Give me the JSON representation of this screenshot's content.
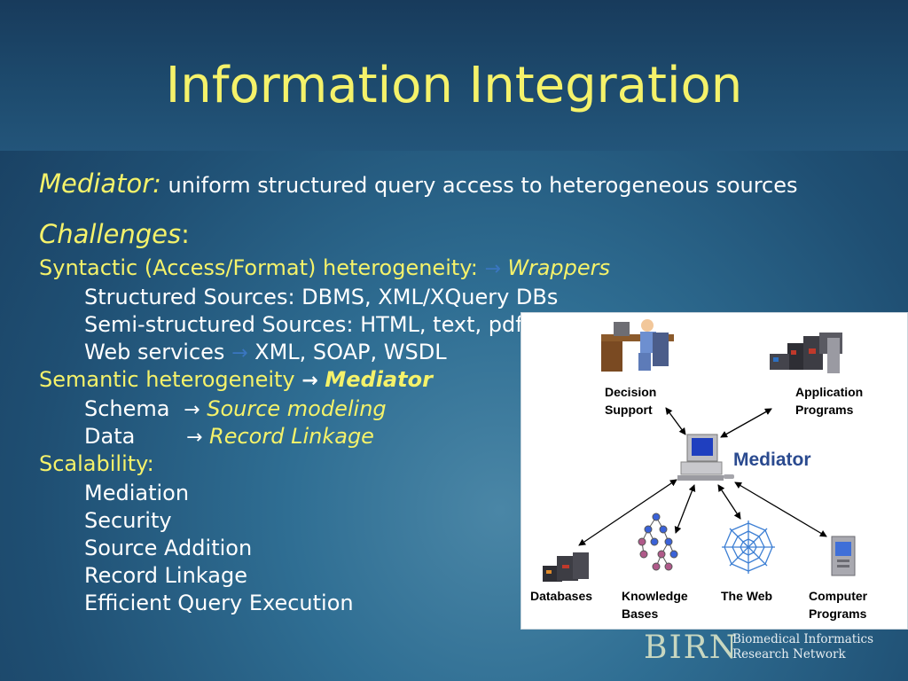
{
  "slide": {
    "title": "Information Integration"
  },
  "content": {
    "mediator_term": "Mediator:",
    "mediator_def": "uniform structured query access to heterogeneous sources",
    "challenges_term": "Challenges",
    "challenges_colon": ":",
    "syntactic_label": "Syntactic (Access/Format) heterogeneity",
    "syntactic_colon": ":",
    "syntactic_result": "Wrappers",
    "syntactic_items": [
      "Structured Sources: DBMS, XML/XQuery DBs",
      "Semi-structured Sources: HTML, text, pdf",
      "Web services"
    ],
    "web_services_result": "XML, SOAP, WSDL",
    "semantic_label": "Semantic heterogeneity",
    "semantic_result": "Mediator",
    "schema_label": "Schema",
    "schema_result": "Source modeling",
    "data_label": "Data",
    "data_result": "Record Linkage",
    "scalability_label": "Scalability:",
    "scalability_items": [
      "Mediation",
      "Security",
      "Source Addition",
      "Record Linkage",
      "Efficient Query Execution"
    ],
    "arrow_glyph": "→"
  },
  "diagram": {
    "center_label": "Mediator",
    "decision_support": [
      "Decision",
      "Support"
    ],
    "application_programs": [
      "Application",
      "Programs"
    ],
    "databases": "Databases",
    "knowledge_bases": [
      "Knowledge",
      "Bases"
    ],
    "the_web": "The Web",
    "computer_programs": [
      "Computer",
      "Programs"
    ]
  },
  "footer": {
    "logo": "BIRN",
    "org_line1": "Biomedical Informatics",
    "org_line2": "Research Network"
  },
  "colors": {
    "title": "#f5f26a",
    "accent_arrow": "#3a76c0",
    "mediator_label": "#2a4a8f"
  }
}
